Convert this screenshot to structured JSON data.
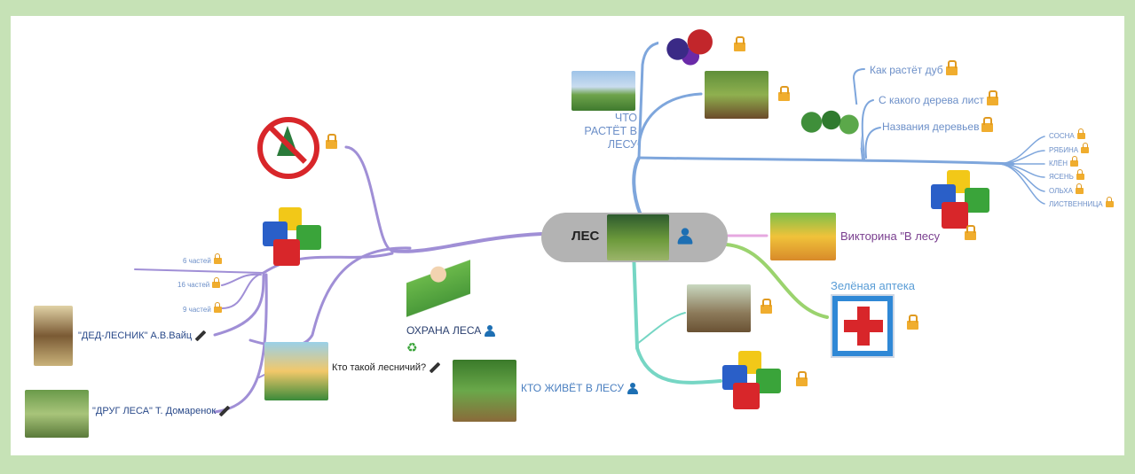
{
  "root": {
    "label": "ЛЕС"
  },
  "branches": {
    "grows": {
      "label_lines": [
        "ЧТО",
        "РАСТЁТ В",
        "ЛЕСУ"
      ],
      "trees": [
        "Как растёт дуб",
        "С какого дерева лист",
        "Названия деревьев"
      ],
      "species": [
        "СОСНА",
        "РЯБИНА",
        "КЛЁН",
        "ЯСЕНЬ",
        "ОЛЬХА",
        "ЛИСТВЕННИЦА"
      ]
    },
    "quiz": {
      "label": "Викторина \"В лесу"
    },
    "pharmacy": {
      "label": "Зелёная аптека"
    },
    "protection": {
      "label": "ОХРАНА ЛЕСА",
      "puzzles": [
        "6 частей",
        "16 частей",
        "9 частей"
      ],
      "books": [
        "\"ДЕД-ЛЕСНИК\" А.В.Вайц",
        "\"ДРУГ ЛЕСА\" Т. Домаренок"
      ],
      "forester": "Кто такой лесничий?",
      "animals": "КТО ЖИВЁТ В ЛЕСУ"
    }
  },
  "icons": [
    "lock-icon",
    "person-icon",
    "pen-icon",
    "recycle-icon",
    "no-tree-cutting-icon",
    "first-aid-cross-icon",
    "puzzle-icon"
  ],
  "colors": {
    "frame": "#c6e2b6",
    "blue_branch": "#7ea6dc",
    "purple_branch": "#a08fd6",
    "green_branch": "#9bd36e",
    "teal_branch": "#76d6c4",
    "pink_branch": "#e6a8e0",
    "root_fill": "#b3b3b3",
    "lock": "#f0ad2e"
  }
}
